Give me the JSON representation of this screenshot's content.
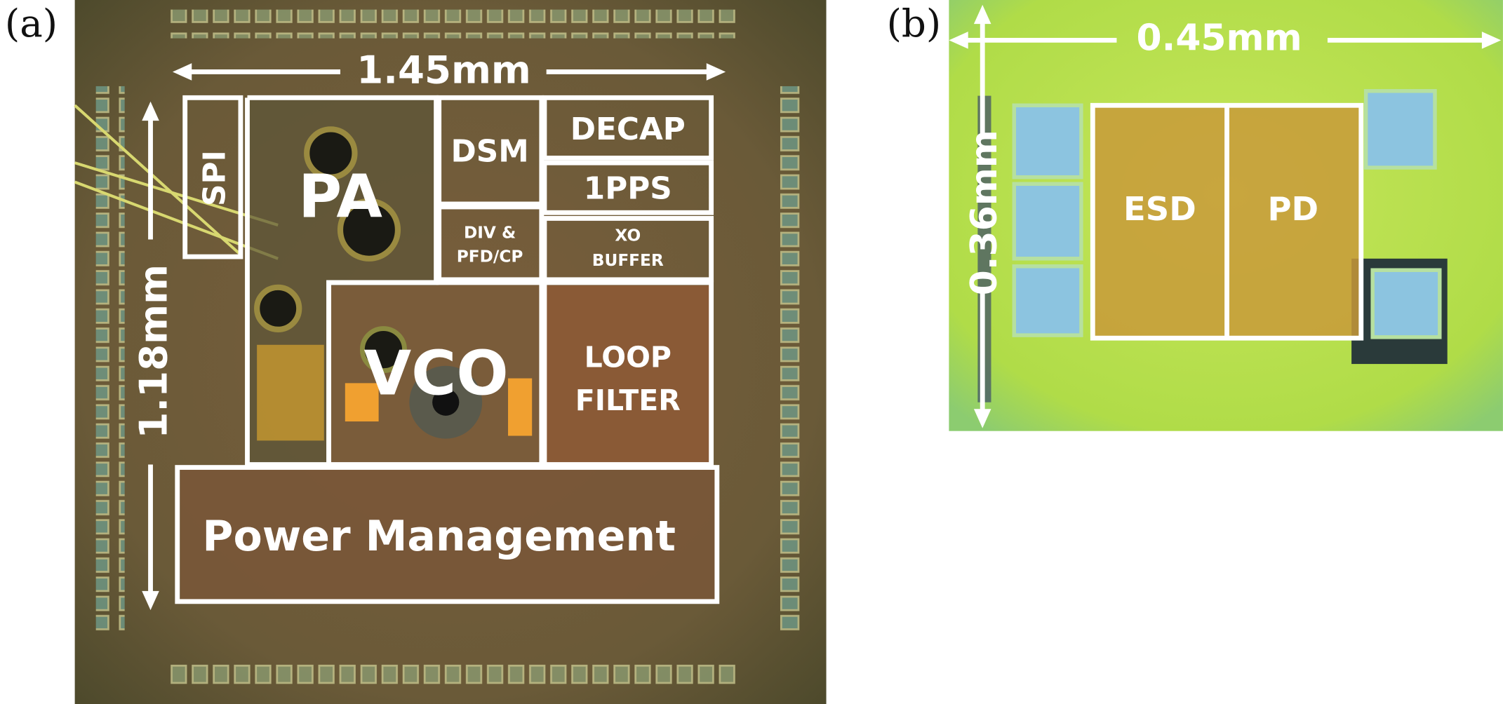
{
  "panel_a": {
    "label": "(a)",
    "width_dim": "1.45mm",
    "height_dim": "1.18mm",
    "blocks": {
      "spi": "SPI",
      "pa": "PA",
      "dsm": "DSM",
      "div_line1": "DIV &",
      "div_line2": "PFD/CP",
      "decap": "DECAP",
      "pps": "1PPS",
      "xo_line1": "XO",
      "xo_line2": "BUFFER",
      "vco": "VCO",
      "loop_line1": "LOOP",
      "loop_line2": "FILTER",
      "power": "Power Management"
    }
  },
  "panel_b": {
    "label": "(b)",
    "width_dim": "0.45mm",
    "height_dim": "0.36mm",
    "blocks": {
      "esd": "ESD",
      "pd": "PD"
    }
  },
  "colors": {
    "chip_a": "#6e5a3a",
    "chip_b": "#b6dc4c",
    "pad_b": "#8cc4e0",
    "annotation": "#ffffff"
  }
}
